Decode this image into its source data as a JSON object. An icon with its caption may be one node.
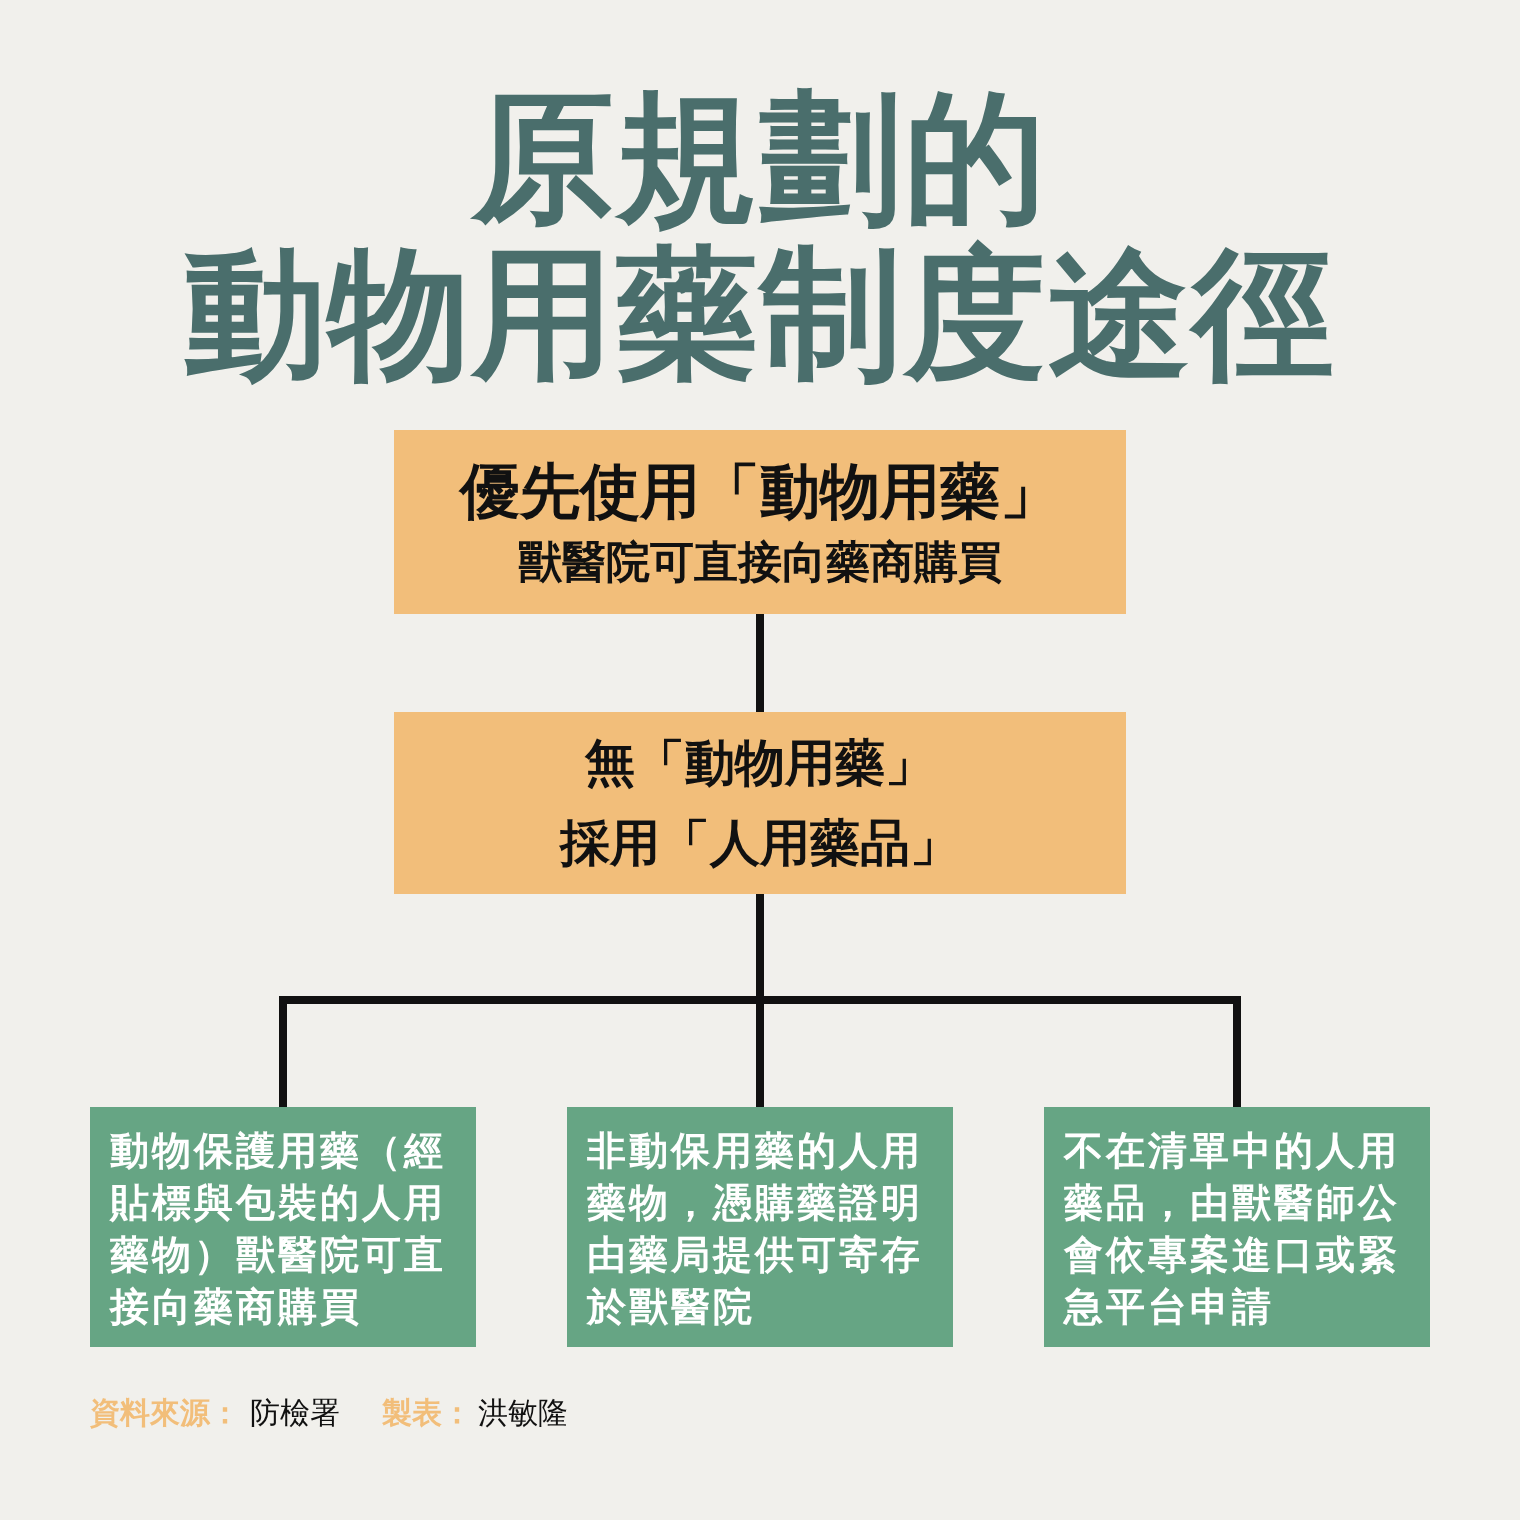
{
  "diagram": {
    "title": "原規劃的動物用藥制度途徑",
    "nodes": [
      {
        "text": [
          "優先使用「動物用藥」",
          "獸醫院可直接向藥商購買"
        ]
      },
      {
        "text": [
          "無「動物用藥」",
          "採用「人用藥品」"
        ]
      },
      {
        "text": [
          "動物保護用藥（經貼標與包裝的人用藥物）獸醫院可直接向藥商購買"
        ]
      },
      {
        "text": [
          "非動保用藥的人用藥物，憑購藥證明由藥局提供可寄存於獸醫院"
        ]
      },
      {
        "text": [
          "不在清單中的人用藥品，由獸醫師公會依專案進口或緊急平台申請"
        ]
      }
    ],
    "edges": [
      {
        "from": 0,
        "to": 1,
        "arrow": "none"
      },
      {
        "from": 1,
        "to": 2,
        "arrow": "none"
      },
      {
        "from": 1,
        "to": 3,
        "arrow": "none"
      },
      {
        "from": 1,
        "to": 4,
        "arrow": "none"
      }
    ],
    "labels": [
      "資料來源：",
      "防檢署",
      "製表：",
      "洪敏隆"
    ]
  }
}
